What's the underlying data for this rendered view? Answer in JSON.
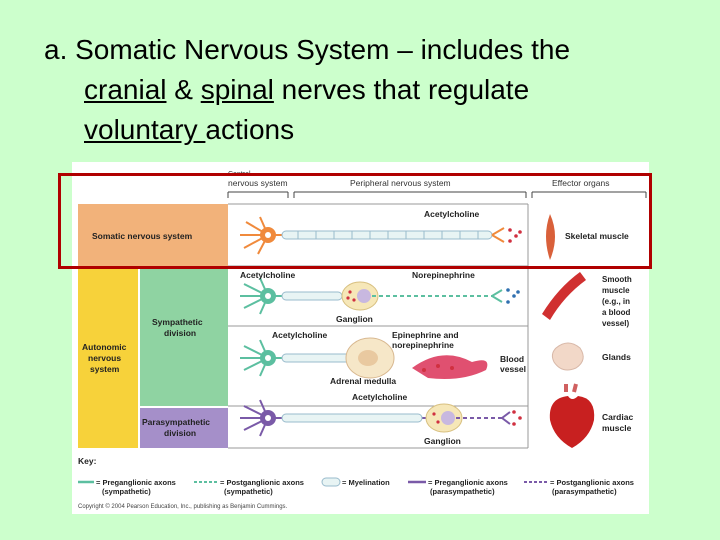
{
  "slide": {
    "title_line1": "a. Somatic Nervous System – includes the",
    "title_cranial": "cranial",
    "title_amp": " & ",
    "title_spinal": "spinal",
    "title_line2_rest": " nerves that regulate",
    "title_voluntary": "voluntary ",
    "title_line3_rest": "actions"
  },
  "figure": {
    "headers": {
      "cns_line1": "Central",
      "cns_line2": "nervous system",
      "pns": "Peripheral nervous system",
      "effectors": "Effector organs"
    },
    "rows": {
      "somatic": "Somatic nervous system",
      "autonomic_line1": "Autonomic",
      "autonomic_line2": "nervous",
      "autonomic_line3": "system",
      "sympathetic_line1": "Sympathetic",
      "sympathetic_line2": "division",
      "parasympathetic_line1": "Parasympathetic",
      "parasympathetic_line2": "division"
    },
    "labels": {
      "acetylcholine_somatic": "Acetylcholine",
      "skeletal_muscle": "Skeletal muscle",
      "acetylcholine_symp": "Acetylcholine",
      "norepinephrine": "Norepinephrine",
      "ganglion_symp": "Ganglion",
      "smooth_muscle_line1": "Smooth",
      "smooth_muscle_line2": "muscle",
      "smooth_muscle_line3": "(e.g., in",
      "smooth_muscle_line4": "a blood",
      "smooth_muscle_line5": "vessel)",
      "acetylcholine_adrenal": "Acetylcholine",
      "epinephrine_line1": "Epinephrine and",
      "epinephrine_line2": "norepinephrine",
      "blood_vessel_line1": "Blood",
      "blood_vessel_line2": "vessel",
      "glands": "Glands",
      "adrenal_medulla": "Adrenal medulla",
      "acetylcholine_para": "Acetylcholine",
      "ganglion_para": "Ganglion",
      "cardiac_line1": "Cardiac",
      "cardiac_line2": "muscle"
    },
    "key": {
      "title": "Key:",
      "pre_symp_line1": "= Preganglionic axons",
      "pre_symp_line2": "(sympathetic)",
      "post_symp_line1": "= Postganglionic axons",
      "post_symp_line2": "(sympathetic)",
      "myelination": "= Myelination",
      "pre_para_line1": "= Preganglionic axons",
      "pre_para_line2": "(parasympathetic)",
      "post_para_line1": "= Postganglionic axons",
      "post_para_line2": "(parasympathetic)"
    },
    "copyright": "Copyright © 2004 Pearson Education, Inc., publishing as Benjamin Cummings.",
    "colors": {
      "somatic_row": "#f2b27a",
      "autonomic_col": "#f7d23a",
      "sympathetic_row": "#8fd3a2",
      "parasympathetic_row": "#a58fc9",
      "highlight_border": "#b00000",
      "somatic_neuron": "#f08a3c",
      "symp_neuron": "#5cbfa0",
      "para_neuron": "#7a5aa8"
    }
  }
}
